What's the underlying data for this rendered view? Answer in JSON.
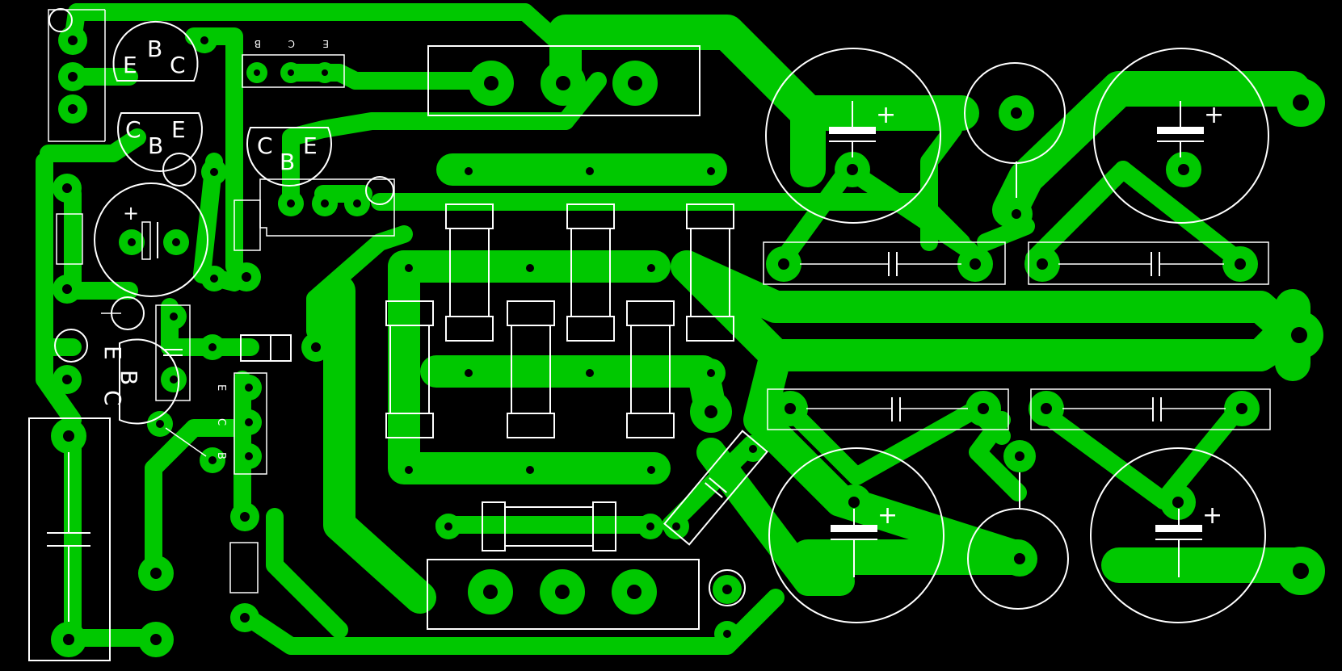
{
  "colors": {
    "board": "#000000",
    "copper": "#00c800",
    "silkscreen": "#ffffff"
  },
  "transistor_pins": {
    "e": "E",
    "b": "B",
    "c": "C"
  },
  "header_pins": {
    "b": "B",
    "c": "C",
    "e": "E"
  },
  "side_pins": {
    "e": "E",
    "c": "C",
    "b": "B"
  },
  "cap_polarity": "+"
}
